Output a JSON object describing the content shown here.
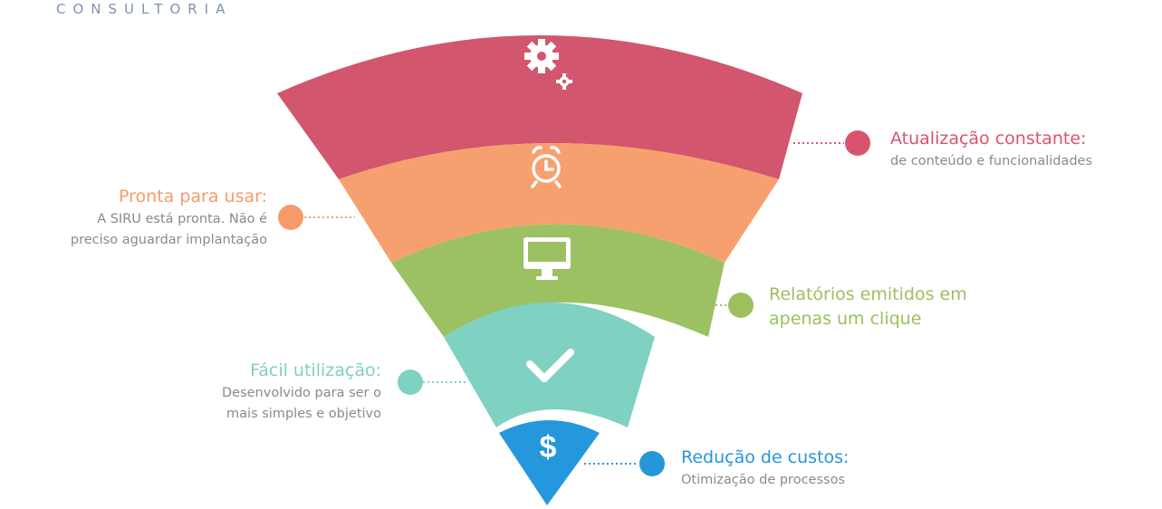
{
  "brand": {
    "text": "CONSULTORIA"
  },
  "colors": {
    "red": "#d2566e",
    "orange": "#f7a06f",
    "green": "#9cc163",
    "teal": "#7fd1c2",
    "blue": "#2597dc",
    "dot_red": "#d9536f",
    "dot_orange": "#f79a6b",
    "dot_green": "#9dbf5e",
    "dot_teal": "#7fd1c2",
    "dot_blue": "#2596d8"
  },
  "levels": [
    {
      "icon": "gears-icon"
    },
    {
      "icon": "alarm-clock-icon"
    },
    {
      "icon": "monitor-icon"
    },
    {
      "icon": "checkmark-icon"
    },
    {
      "icon": "dollar-icon"
    }
  ],
  "labels": {
    "atualizacao": {
      "title": "Atualização constante:",
      "desc": "de conteúdo e funcionalidades"
    },
    "pronta": {
      "title": "Pronta para usar:",
      "desc1": "A SIRU está pronta. Não é",
      "desc2": "preciso aguardar implantação"
    },
    "relatorios": {
      "title1": "Relatórios emitidos em",
      "title2": "apenas um clique"
    },
    "facil": {
      "title": "Fácil utilização:",
      "desc1": "Desenvolvido para ser o",
      "desc2": "mais simples e objetivo"
    },
    "reducao": {
      "title": "Redução de custos:",
      "desc": "Otimização de processos"
    }
  }
}
